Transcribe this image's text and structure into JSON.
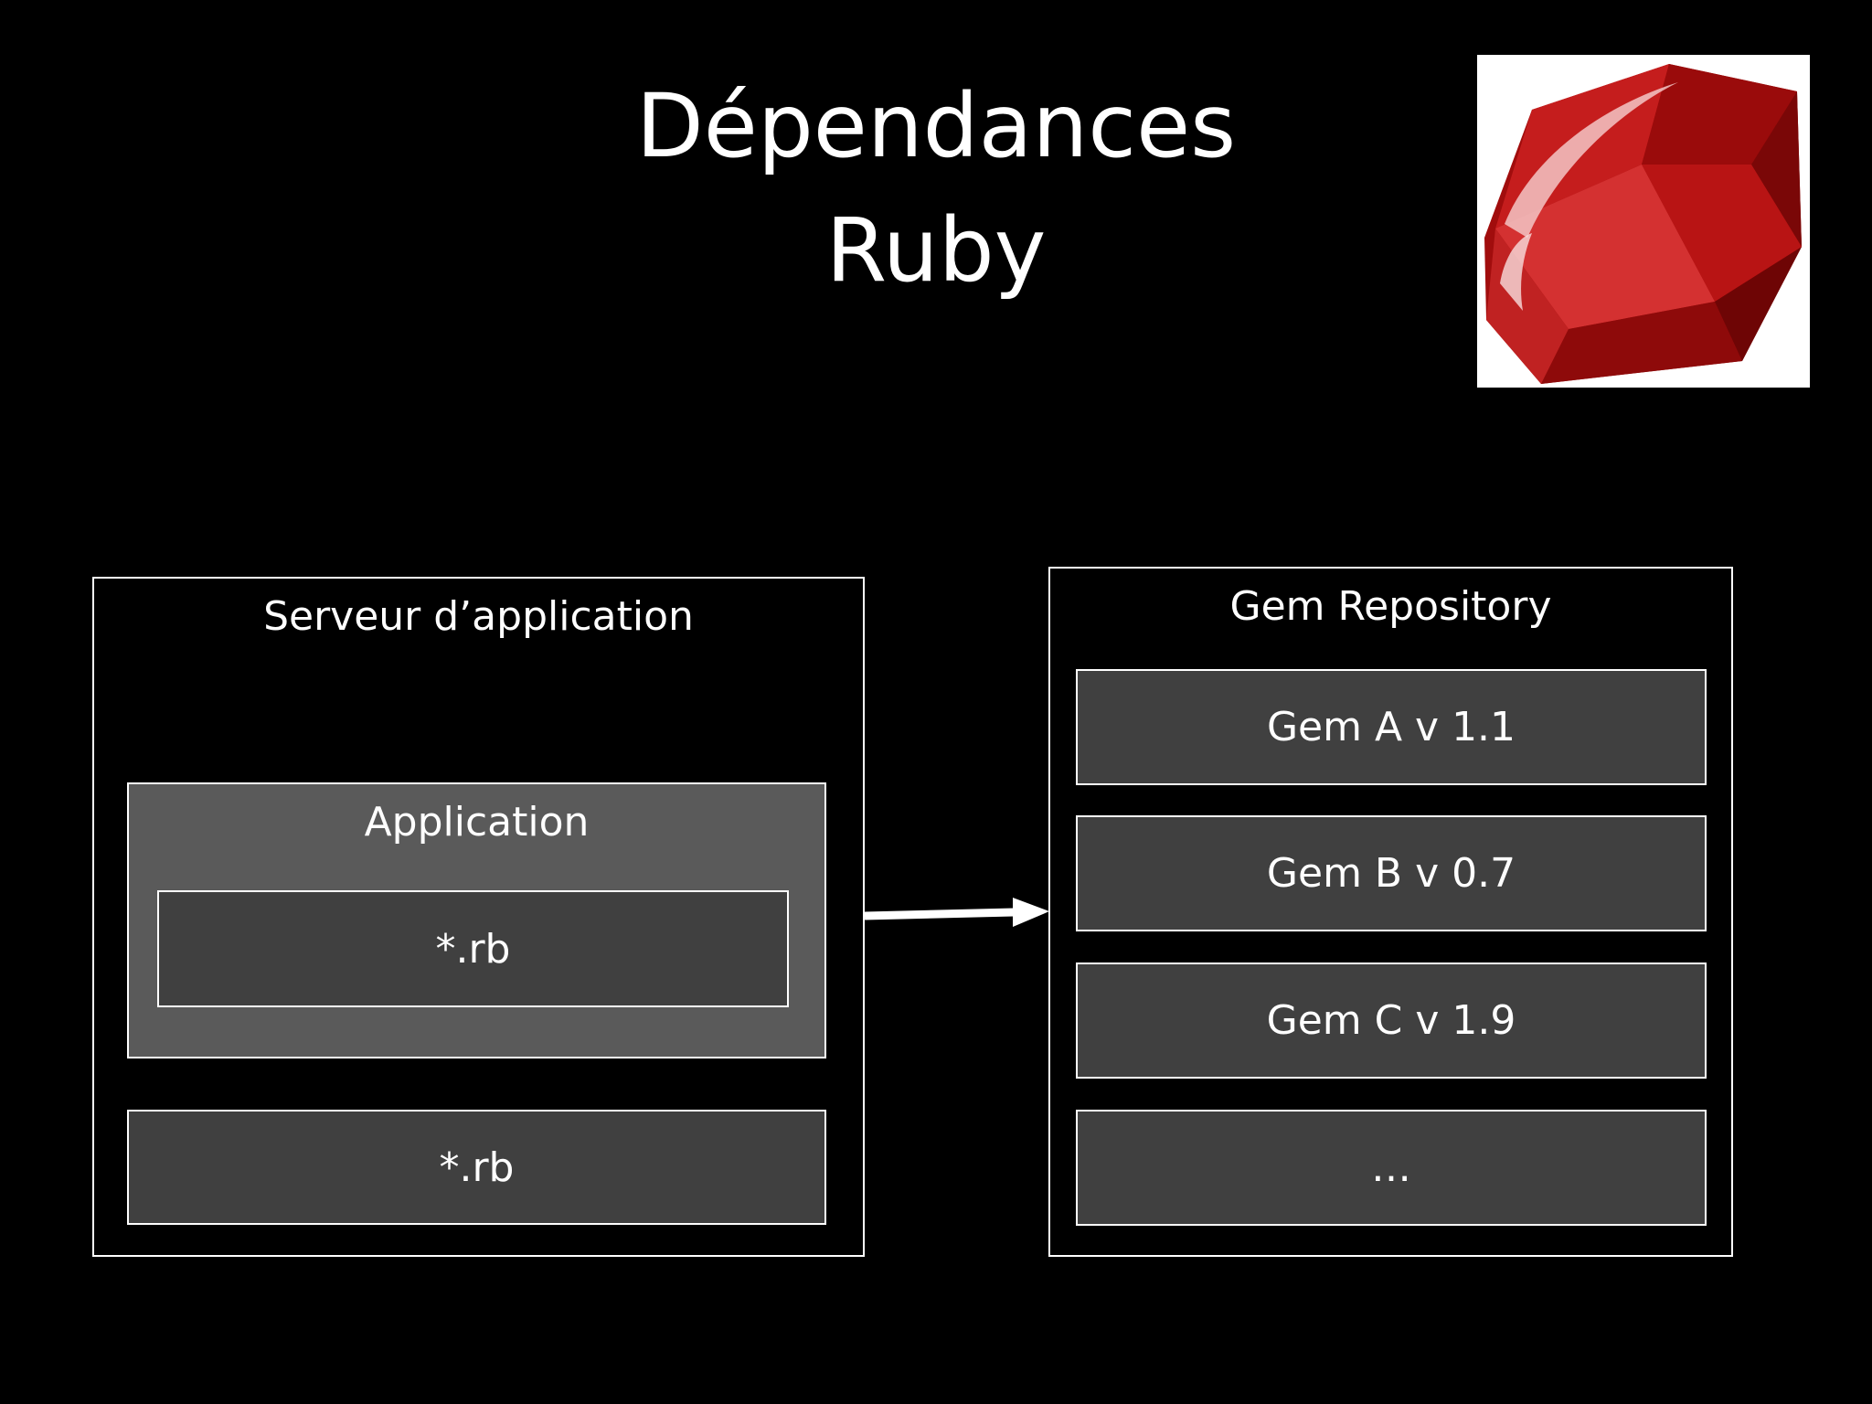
{
  "title": {
    "line1": "Dépendances",
    "line2": "Ruby"
  },
  "logo": {
    "icon": "ruby-gem-icon",
    "colors": {
      "ruby_dark": "#8b0000",
      "ruby_mid": "#b31010",
      "ruby_light": "#e04a4a",
      "highlight": "#f3c6c6"
    }
  },
  "server": {
    "label": "Serveur d’application",
    "application": {
      "label": "Application",
      "file": "*.rb"
    },
    "file": "*.rb"
  },
  "repository": {
    "label": "Gem Repository",
    "gems": [
      "Gem A v 1.1",
      "Gem B v 0.7",
      "Gem C v 1.9",
      "…"
    ]
  },
  "colors": {
    "background": "#000000",
    "box_gray": "#5a5a5a",
    "box_dark": "#404040",
    "border": "#ffffff"
  }
}
